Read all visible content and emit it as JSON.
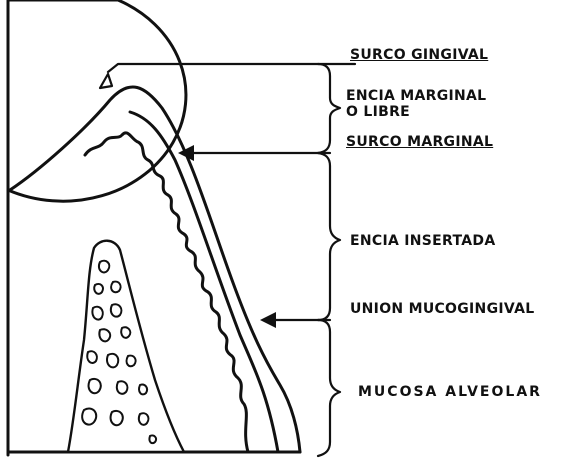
{
  "labels": {
    "surco_gingival": "SURCO GINGIVAL",
    "encia_marginal_line1": "ENCIA MARGINAL",
    "encia_marginal_line2": "O LIBRE",
    "surco_marginal": "SURCO MARGINAL",
    "encia_insertada": "ENCIA INSERTADA",
    "union_mucogingival": "UNION MUCOGINGIVAL",
    "mucosa_alveolar": "MUCOSA ALVEOLAR"
  }
}
